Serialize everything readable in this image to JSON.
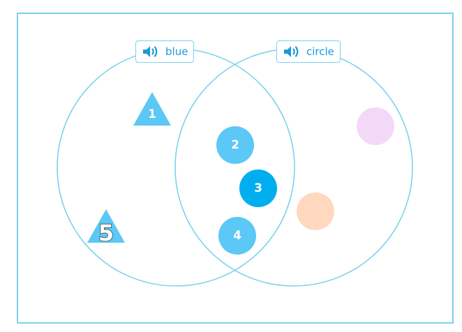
{
  "sets": {
    "left": {
      "label": "blue",
      "icon": "speaker-icon"
    },
    "right": {
      "label": "circle",
      "icon": "speaker-icon"
    }
  },
  "items": [
    {
      "id": "1",
      "shape": "triangle",
      "color": "#5bc8f5",
      "region": "blue only"
    },
    {
      "id": "2",
      "shape": "circle",
      "color": "#5bc8f5",
      "region": "blue and circle"
    },
    {
      "id": "3",
      "shape": "circle",
      "color": "#00aeef",
      "region": "blue and circle"
    },
    {
      "id": "4",
      "shape": "circle",
      "color": "#5bc8f5",
      "region": "blue and circle"
    },
    {
      "id": "5",
      "shape": "triangle",
      "color": "#5bc8f5",
      "region": "blue only"
    },
    {
      "id": "",
      "shape": "circle",
      "color": "#f3d9f7",
      "region": "circle only"
    },
    {
      "id": "",
      "shape": "circle",
      "color": "#ffd8bf",
      "region": "circle only"
    }
  ],
  "colors": {
    "outline": "#7ad3ec",
    "label_text": "#1a9bd7"
  }
}
